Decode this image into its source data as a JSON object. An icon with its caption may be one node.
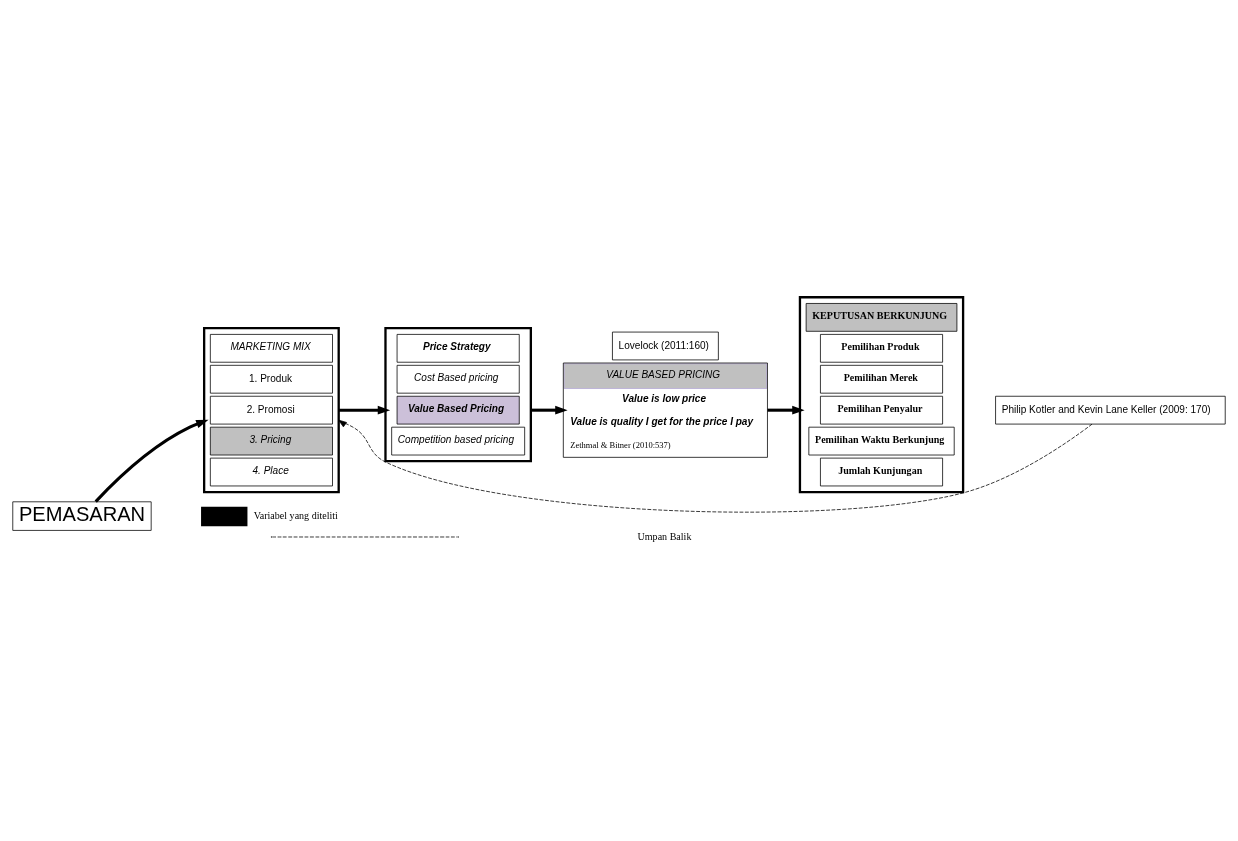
{
  "diagram": {
    "nodes": [
      {
        "text": [
          "PEMASARAN"
        ]
      },
      {
        "text": [],
        "shape": "box"
      },
      {
        "text": [
          "MARKETING MIX"
        ],
        "in": 1
      },
      {
        "text": [
          "1. Produk"
        ],
        "in": 1
      },
      {
        "text": [
          "2. Promosi"
        ],
        "in": 1
      },
      {
        "text": [
          "3. Pricing"
        ],
        "in": 1
      },
      {
        "text": [
          "4. Place"
        ],
        "in": 1
      },
      {
        "text": [],
        "shape": "box"
      },
      {
        "text": [
          "Price Strategy"
        ],
        "in": 7
      },
      {
        "text": [
          "Cost Based pricing"
        ],
        "in": 7
      },
      {
        "text": [
          "Value Based Pricing"
        ],
        "in": 7
      },
      {
        "text": [
          "Competition based pricing"
        ],
        "in": 7
      },
      {
        "text": [
          "Lovelock (2011:160)"
        ]
      },
      {
        "text": [
          "VALUE BASED PRICING",
          "Value is low price",
          "Value is quality I get for the price I pay",
          "Zethmal & Bitner (2010:537)"
        ]
      },
      {
        "text": [],
        "shape": "box"
      },
      {
        "text": [
          "KEPUTUSAN BERKUNJUNG"
        ],
        "in": 14
      },
      {
        "text": [
          "Pemilihan Produk"
        ],
        "in": 14
      },
      {
        "text": [
          "Pemilihan Merek"
        ],
        "in": 14
      },
      {
        "text": [
          "Pemilihan Penyalur"
        ],
        "in": 14
      },
      {
        "text": [
          "Pemilihan Waktu Berkunjung"
        ],
        "in": 14
      },
      {
        "text": [
          "Jumlah Kunjungan"
        ],
        "in": 14
      },
      {
        "text": [
          "Philip Kotler and Kevin Lane Keller (2009: 170)"
        ]
      }
    ],
    "edges": [
      {
        "from": 0,
        "to": 1,
        "arrow": "to"
      },
      {
        "from": 1,
        "to": 7,
        "arrow": "to"
      },
      {
        "from": 7,
        "to": 13,
        "arrow": "to"
      },
      {
        "from": 13,
        "to": 14,
        "arrow": "to"
      },
      {
        "from": 21,
        "to": 1,
        "arrow": "to",
        "style": "dashed"
      }
    ],
    "legend": [
      {
        "text": "Variabel yang diteliti",
        "color": "#000000"
      },
      {
        "text": "Umpan Balik"
      }
    ]
  }
}
